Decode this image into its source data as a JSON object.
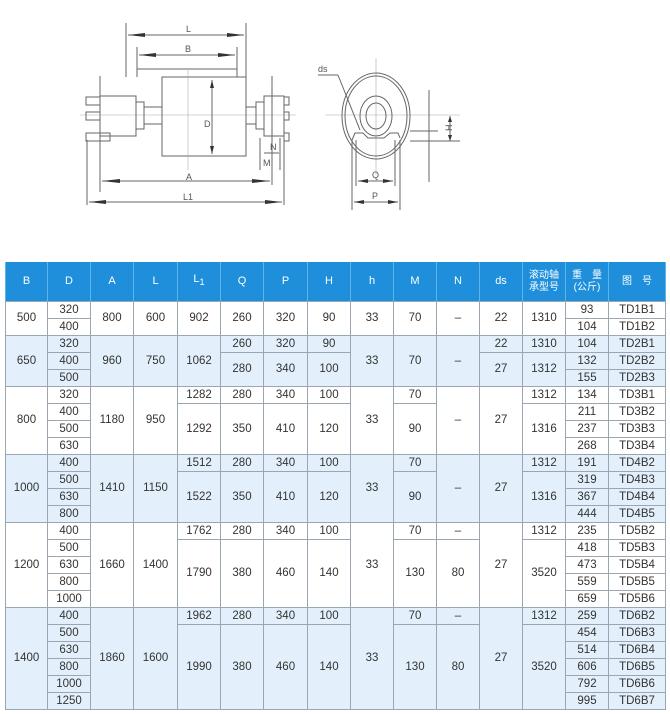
{
  "drawing": {
    "side_view_labels": [
      "L",
      "B",
      "D",
      "A",
      "L1",
      "M",
      "N"
    ],
    "end_view_labels": [
      "ds",
      "H",
      "Q",
      "P"
    ]
  },
  "table": {
    "headers": [
      "B",
      "D",
      "A",
      "L",
      "L1",
      "Q",
      "P",
      "H",
      "h",
      "M",
      "N",
      "ds",
      "滚动轴\n承型号",
      "重　量\n(公斤)",
      "图　号"
    ],
    "headers_line1": [
      "B",
      "D",
      "A",
      "L",
      "L",
      "Q",
      "P",
      "H",
      "h",
      "M",
      "N",
      "ds",
      "滚动轴",
      "重　量",
      "图　号"
    ],
    "headers_line2": [
      "",
      "",
      "",
      "",
      "1",
      "",
      "",
      "",
      "",
      "",
      "",
      "",
      "承型号",
      "(公斤)",
      ""
    ],
    "groups": [
      {
        "B": "500",
        "A": "800",
        "L": "600",
        "rows": [
          {
            "D": "320",
            "L1": "902",
            "Q": "260",
            "P": "320",
            "H": "90",
            "h": "33",
            "M": "70",
            "N": "–",
            "ds": "22",
            "bearing": "1310",
            "weight": "93",
            "drawing_no": "TD1B1"
          },
          {
            "D": "400",
            "weight": "104",
            "drawing_no": "TD1B2"
          }
        ]
      },
      {
        "B": "650",
        "A": "960",
        "L": "750",
        "rows": [
          {
            "D": "320",
            "L1": "1062",
            "Q": "260",
            "P": "320",
            "H": "90",
            "h": "33",
            "M": "70",
            "N": "–",
            "ds": "22",
            "bearing": "1310",
            "weight": "104",
            "drawing_no": "TD2B1"
          },
          {
            "D": "400",
            "Q": "280",
            "P": "340",
            "H": "100",
            "ds": "27",
            "bearing": "1312",
            "weight": "132",
            "drawing_no": "TD2B2"
          },
          {
            "D": "500",
            "weight": "155",
            "drawing_no": "TD2B3"
          }
        ]
      },
      {
        "B": "800",
        "A": "1180",
        "L": "950",
        "rows": [
          {
            "D": "320",
            "L1": "1282",
            "Q": "280",
            "P": "340",
            "H": "100",
            "h": "33",
            "M": "70",
            "N": "–",
            "ds": "27",
            "bearing": "1312",
            "weight": "134",
            "drawing_no": "TD3B1"
          },
          {
            "D": "400",
            "L1": "1292",
            "Q": "350",
            "P": "410",
            "H": "120",
            "M": "90",
            "bearing": "1316",
            "weight": "211",
            "drawing_no": "TD3B2"
          },
          {
            "D": "500",
            "weight": "237",
            "drawing_no": "TD3B3"
          },
          {
            "D": "630",
            "weight": "268",
            "drawing_no": "TD3B4"
          }
        ]
      },
      {
        "B": "1000",
        "A": "1410",
        "L": "1150",
        "rows": [
          {
            "D": "400",
            "L1": "1512",
            "Q": "280",
            "P": "340",
            "H": "100",
            "h": "33",
            "M": "70",
            "N": "–",
            "ds": "27",
            "bearing": "1312",
            "weight": "191",
            "drawing_no": "TD4B2"
          },
          {
            "D": "500",
            "L1": "1522",
            "Q": "350",
            "P": "410",
            "H": "120",
            "M": "90",
            "bearing": "1316",
            "weight": "319",
            "drawing_no": "TD4B3"
          },
          {
            "D": "630",
            "weight": "367",
            "drawing_no": "TD4B4"
          },
          {
            "D": "800",
            "weight": "444",
            "drawing_no": "TD4B5"
          }
        ]
      },
      {
        "B": "1200",
        "A": "1660",
        "L": "1400",
        "rows": [
          {
            "D": "400",
            "L1": "1762",
            "Q": "280",
            "P": "340",
            "H": "100",
            "h": "33",
            "M": "70",
            "N": "–",
            "ds": "27",
            "bearing": "1312",
            "weight": "235",
            "drawing_no": "TD5B2"
          },
          {
            "D": "500",
            "L1": "1790",
            "Q": "380",
            "P": "460",
            "H": "140",
            "M": "130",
            "N": "80",
            "bearing": "3520",
            "weight": "418",
            "drawing_no": "TD5B3"
          },
          {
            "D": "630",
            "weight": "473",
            "drawing_no": "TD5B4"
          },
          {
            "D": "800",
            "weight": "559",
            "drawing_no": "TD5B5"
          },
          {
            "D": "1000",
            "weight": "659",
            "drawing_no": "TD5B6"
          }
        ]
      },
      {
        "B": "1400",
        "A": "1860",
        "L": "1600",
        "rows": [
          {
            "D": "400",
            "L1": "1962",
            "Q": "280",
            "P": "340",
            "H": "100",
            "h": "33",
            "M": "70",
            "N": "–",
            "ds": "27",
            "bearing": "1312",
            "weight": "259",
            "drawing_no": "TD6B2"
          },
          {
            "D": "500",
            "L1": "1990",
            "Q": "380",
            "P": "460",
            "H": "140",
            "M": "130",
            "N": "80",
            "bearing": "3520",
            "weight": "454",
            "drawing_no": "TD6B3"
          },
          {
            "D": "630",
            "weight": "514",
            "drawing_no": "TD6B4"
          },
          {
            "D": "800",
            "weight": "606",
            "drawing_no": "TD6B5"
          },
          {
            "D": "1000",
            "weight": "792",
            "drawing_no": "TD6B6"
          },
          {
            "D": "1250",
            "weight": "995",
            "drawing_no": "TD6B7"
          }
        ]
      }
    ]
  }
}
